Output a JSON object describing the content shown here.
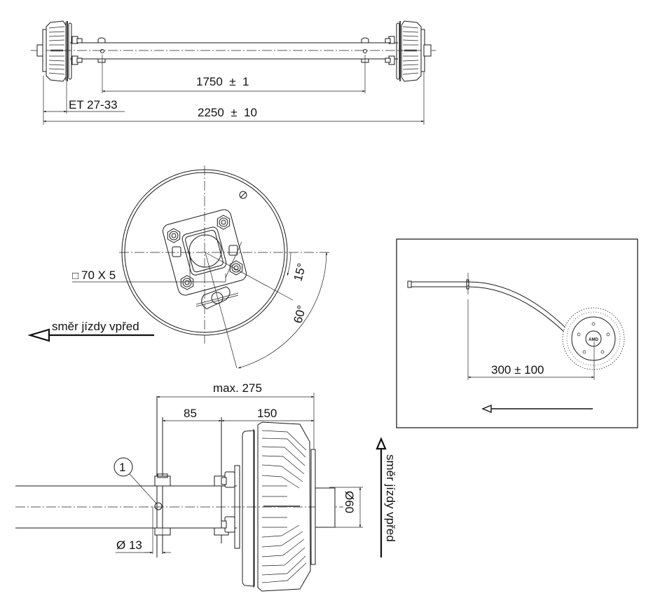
{
  "drawing": {
    "top_view": {
      "dim_spring_centers": "1750  ±  1",
      "dim_offset": "ET 27-33",
      "dim_overall_width": "2250  ±  10"
    },
    "side_view": {
      "dim_square_tube": "70 X 5",
      "square_symbol": "□",
      "angle_small": "15°",
      "angle_large": "60°",
      "direction_label": "směr jízdy vpřed"
    },
    "detail_box": {
      "dim_cable_length": "300 ± 100",
      "hub_logo": "AMD"
    },
    "front_view": {
      "dim_max": "max. 275",
      "dim_clamp": "85",
      "dim_hub": "150",
      "callout_number": "1",
      "dim_hole": "Ø 13",
      "dim_spindle": "Ø60",
      "direction_label_vertical": "směr jízdy vpřed"
    }
  }
}
